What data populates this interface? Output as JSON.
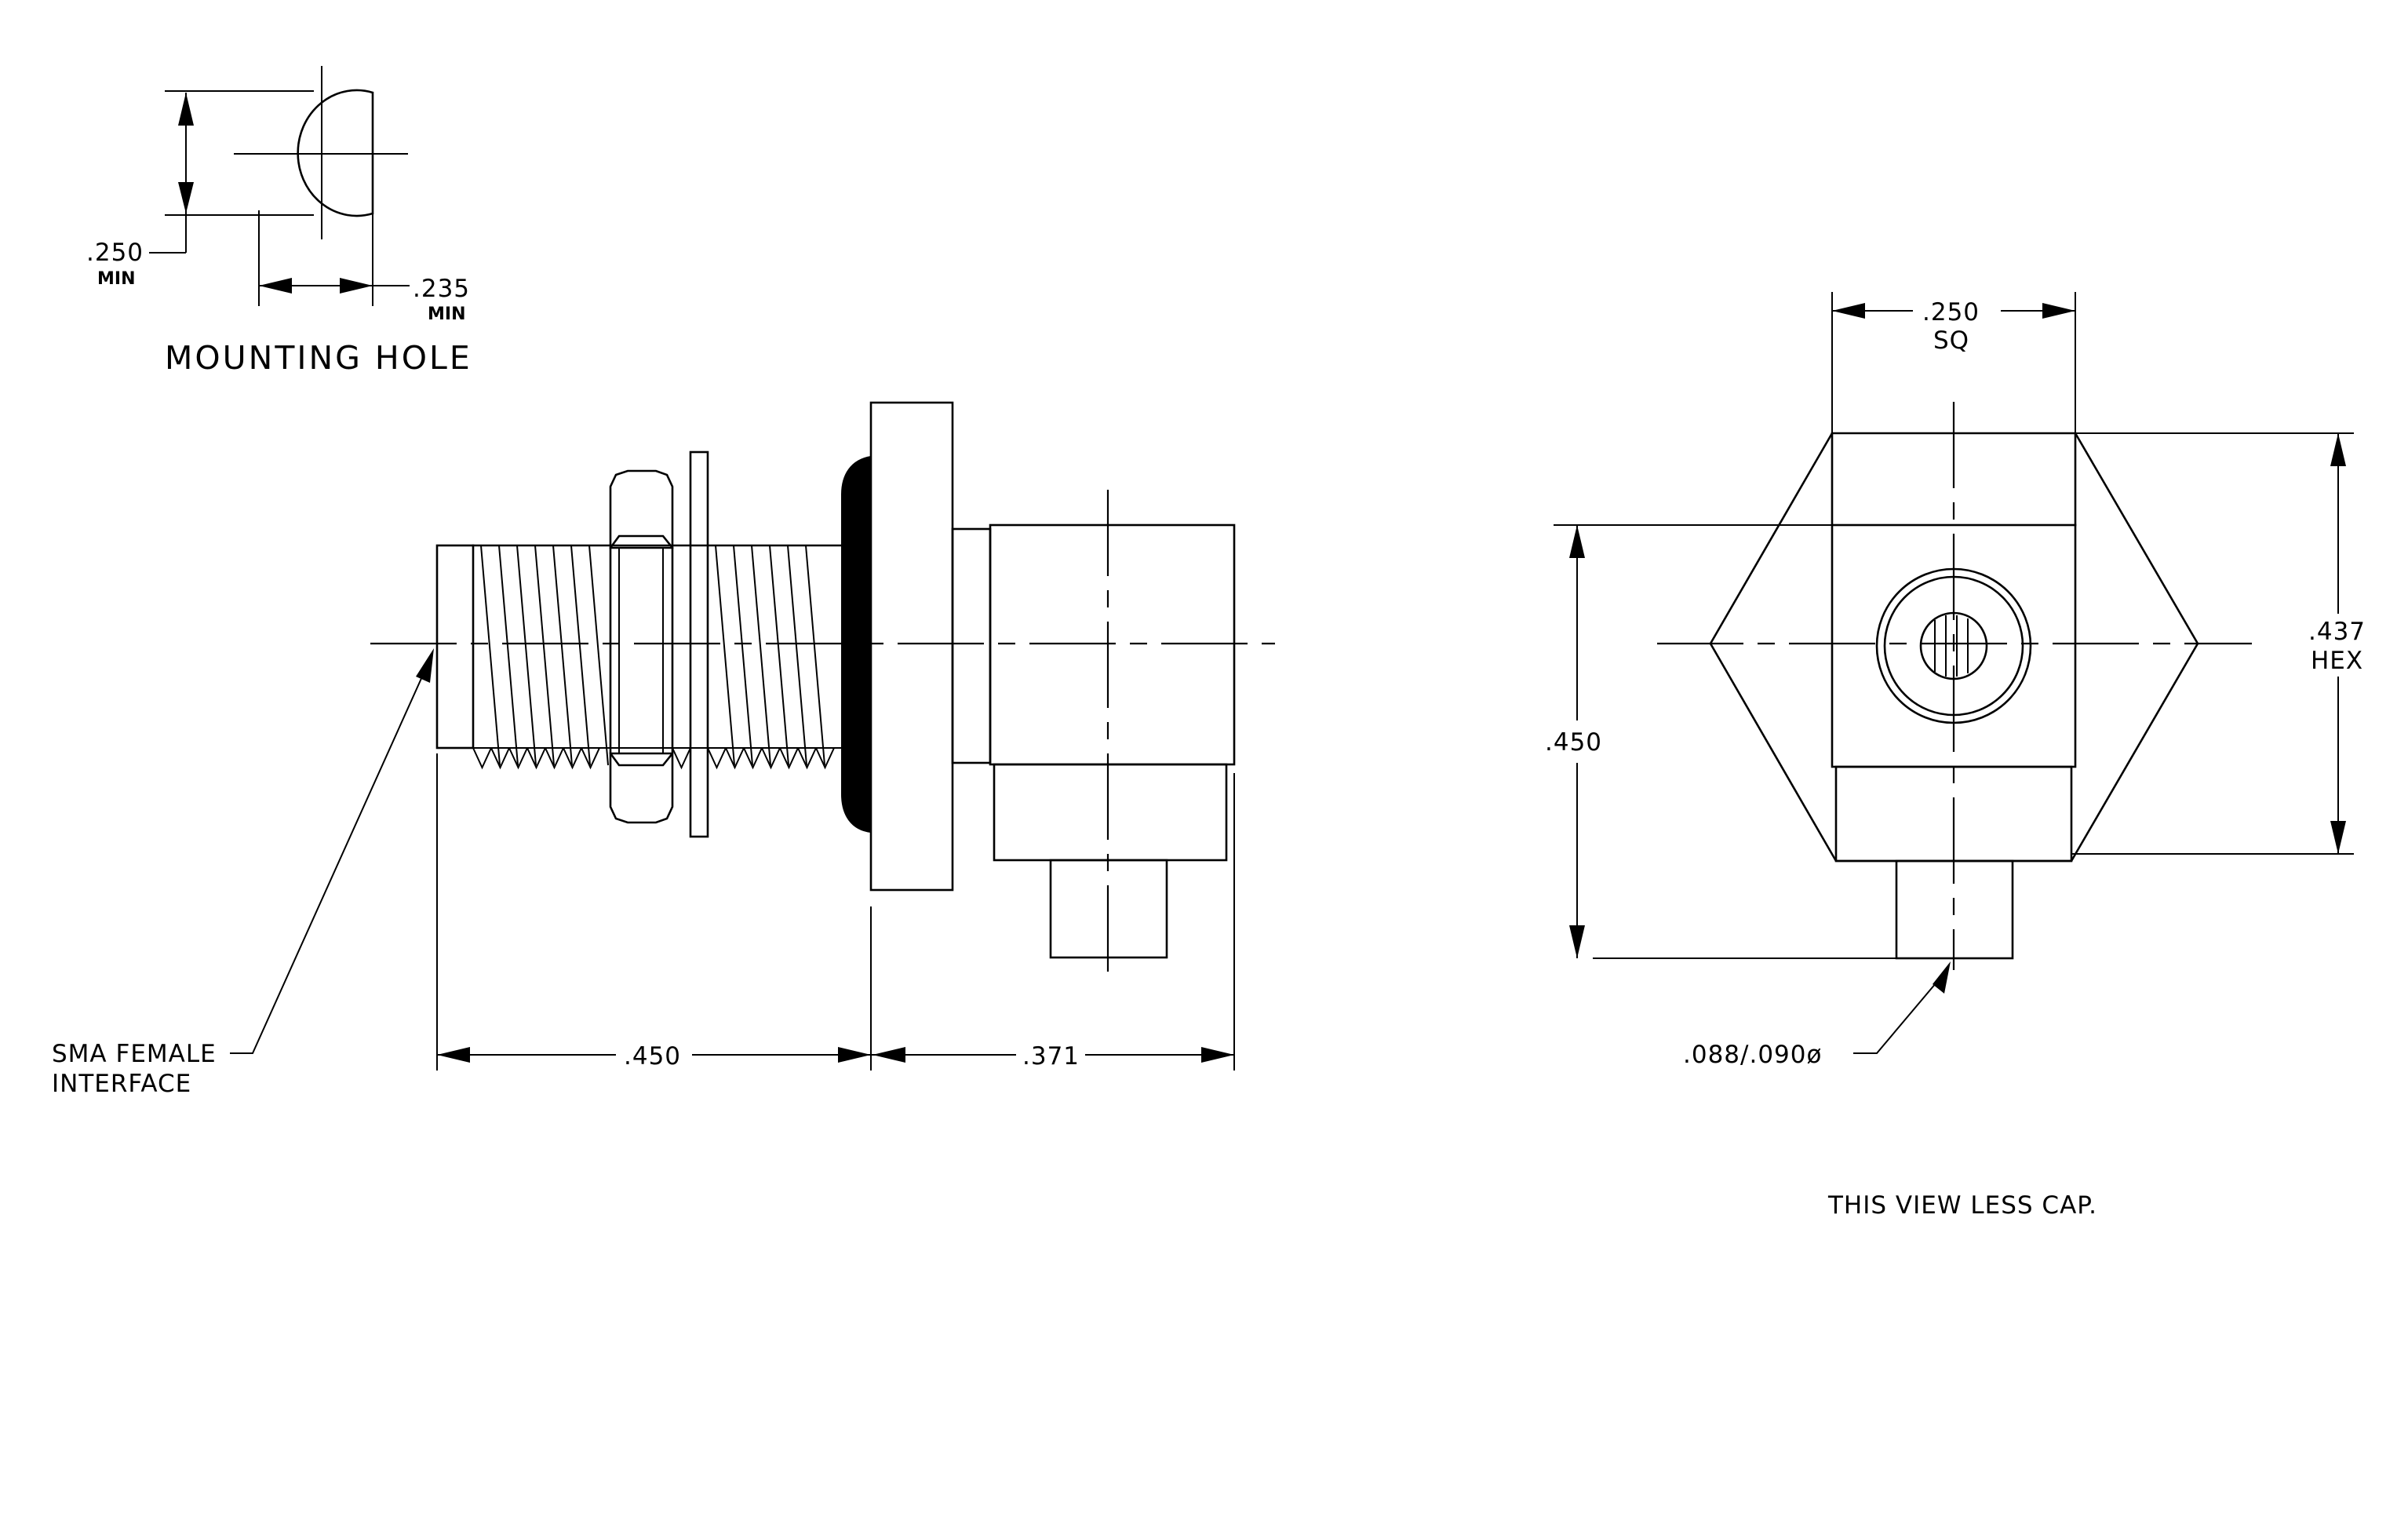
{
  "mounting_hole": {
    "title": "MOUNTING HOLE",
    "height_dim": ".250",
    "height_dim_note": "MIN",
    "width_dim": ".235",
    "width_dim_note": "MIN"
  },
  "side_view": {
    "callout_line1": "SMA FEMALE",
    "callout_line2": "INTERFACE",
    "dim_left": ".450",
    "dim_right": ".371"
  },
  "end_view": {
    "dim_square": ".250",
    "dim_square_note": "SQ",
    "dim_hex": ".437",
    "dim_hex_note": "HEX",
    "dim_height": ".450",
    "dim_pin": ".088/.090ø",
    "note": "THIS VIEW LESS CAP."
  }
}
